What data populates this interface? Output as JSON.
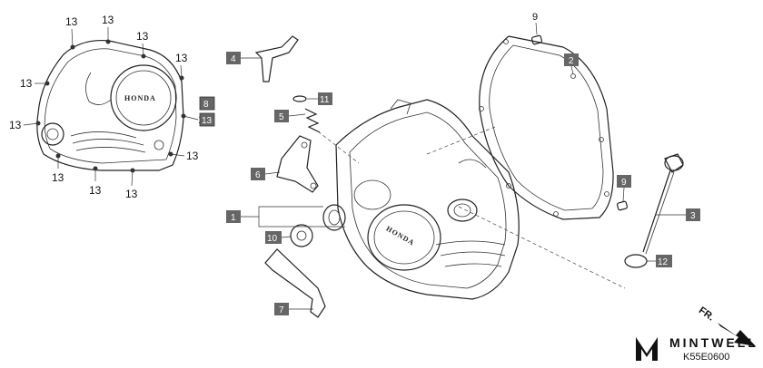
{
  "diagram": {
    "bolt_label": "13",
    "callouts": {
      "c1": "1",
      "c2": "2",
      "c3": "3",
      "c4": "4",
      "c5": "5",
      "c6": "6",
      "c7": "7",
      "c8": "8",
      "c9a": "9",
      "c9b": "9",
      "c10": "10",
      "c11": "11",
      "c12": "12",
      "c13box": "13"
    },
    "cover_brand": "HONDA",
    "front_marker": "FR.",
    "watermark": "MINTWELL",
    "drawing_code": "K55E0600"
  }
}
